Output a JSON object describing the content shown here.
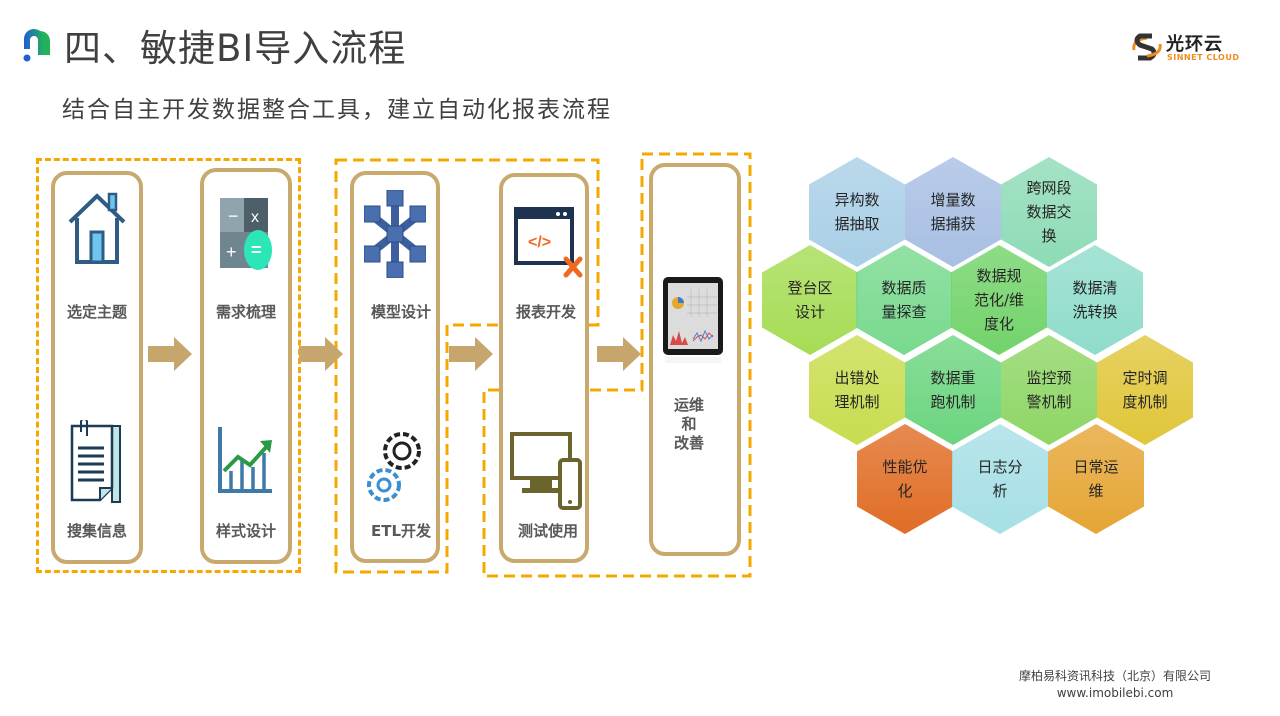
{
  "header": {
    "title": "四、敏捷BI导入流程",
    "subtitle": "结合自主开发数据整合工具，建立自动化报表流程",
    "brand_cn": "光环云",
    "brand_en": "SINNET CLOUD"
  },
  "flow": {
    "steps": [
      {
        "label": "选定主题",
        "icon": "house-icon"
      },
      {
        "label": "搜集信息",
        "icon": "document-icon"
      },
      {
        "label": "需求梳理",
        "icon": "calculator-icon"
      },
      {
        "label": "样式设计",
        "icon": "bar-chart-icon"
      },
      {
        "label": "模型设计",
        "icon": "snowflake-cubes-icon"
      },
      {
        "label": "ETL开发",
        "icon": "gears-icon"
      },
      {
        "label": "报表开发",
        "icon": "code-window-icon"
      },
      {
        "label": "测试使用",
        "icon": "monitor-phone-icon"
      },
      {
        "label": "运维\n和\n改善",
        "icon": "tablet-icon"
      }
    ]
  },
  "hexagons": [
    {
      "label": "异构数\n据抽取",
      "color": "#a9cfe6"
    },
    {
      "label": "增量数\n据捕获",
      "color": "#a8bfe3"
    },
    {
      "label": "跨网段\n数据交\n换",
      "color": "#8edbb6"
    },
    {
      "label": "登台区\n设计",
      "color": "#a6dc55"
    },
    {
      "label": "数据质\n量探查",
      "color": "#78d98e"
    },
    {
      "label": "数据规\n范化/维\n度化",
      "color": "#72d36a"
    },
    {
      "label": "数据清\n洗转换",
      "color": "#8fdccb"
    },
    {
      "label": "出错处\n理机制",
      "color": "#c9dc4e"
    },
    {
      "label": "数据重\n跑机制",
      "color": "#6cd57f"
    },
    {
      "label": "监控预\n警机制",
      "color": "#8ed665"
    },
    {
      "label": "定时调\n度机制",
      "color": "#e0c63a"
    },
    {
      "label": "性能优\n化",
      "color": "#e06d25"
    },
    {
      "label": "日志分\n析",
      "color": "#a6dfe6"
    },
    {
      "label": "日常运\n维",
      "color": "#e5a535"
    }
  ],
  "footer": {
    "company": "摩柏易科资讯科技（北京）有限公司",
    "website": "www.imobilebi.com"
  }
}
